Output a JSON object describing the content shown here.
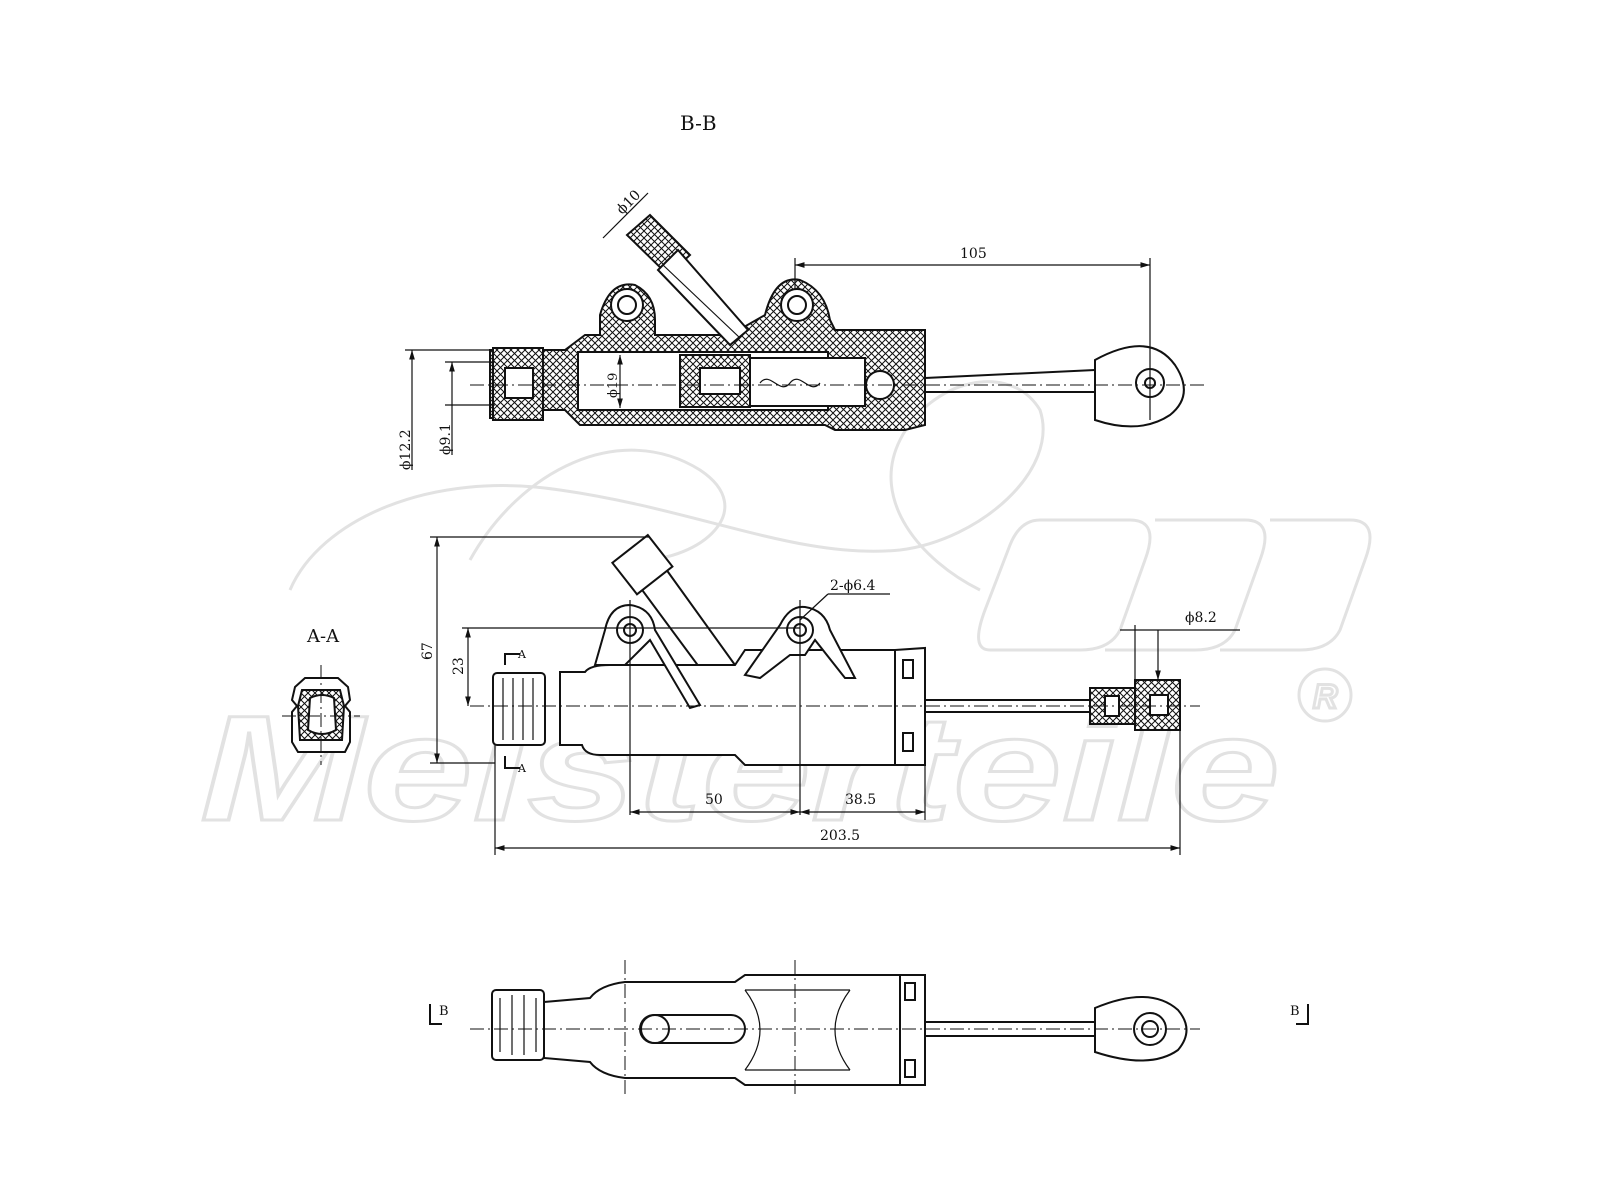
{
  "views": {
    "section_bb_title": "B-B",
    "section_aa_title": "A-A",
    "cut_mark_a_top": "A",
    "cut_mark_a_bottom": "A",
    "cut_mark_b_left": "B",
    "cut_mark_b_right": "B"
  },
  "dimensions": {
    "inlet_diameter": "ϕ10",
    "pushrod_length": "105",
    "outer_diameter": "ϕ12.2",
    "inner_diameter": "ϕ9.1",
    "bore_diameter": "ϕ19",
    "overall_height": "67",
    "axis_height": "23",
    "mounting_holes": "2-ϕ6.4",
    "eye_diameter": "ϕ8.2",
    "hole_spacing": "50",
    "hole_to_flange": "38.5",
    "overall_length": "203.5"
  },
  "watermark": {
    "brand": "Meisterteile",
    "registered": "R"
  }
}
